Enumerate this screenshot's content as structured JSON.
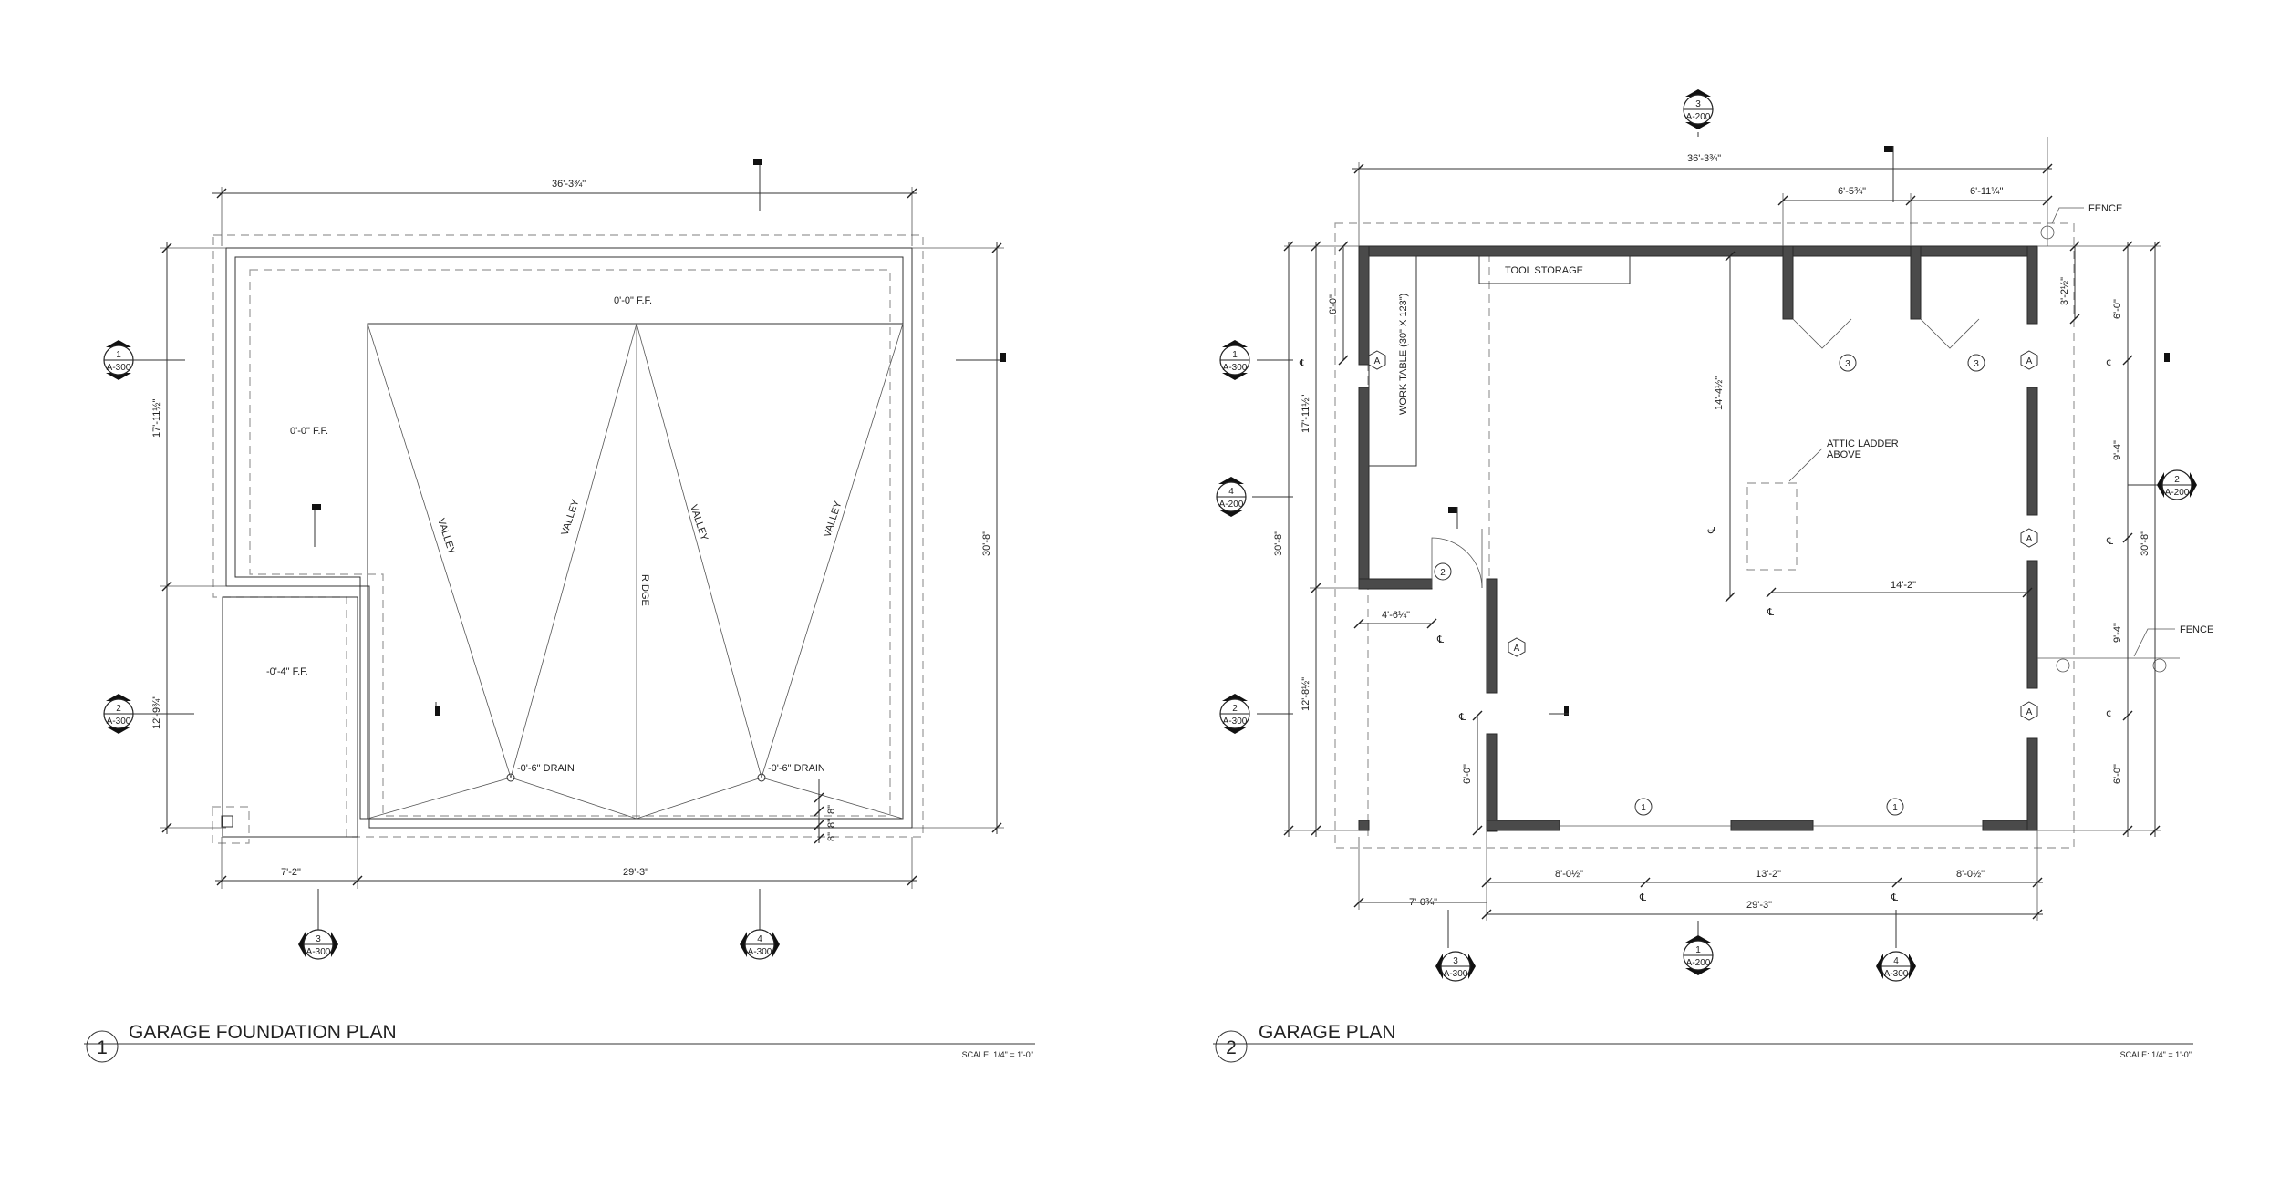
{
  "sheet": {
    "foundation": {
      "title_number": "1",
      "title": "GARAGE FOUNDATION PLAN",
      "scale": "SCALE: 1/4\" = 1'-0\"",
      "dims": {
        "overall_width": "36'-3¾\"",
        "left_top": "17'-11½\"",
        "left_bottom": "12'-9¾\"",
        "right_height": "30'-8\"",
        "bottom_left": "7'-2\"",
        "bottom_right": "29'-3\"",
        "small_1": "8\"",
        "small_2": "8\"",
        "small_3": "8\""
      },
      "notes": {
        "ff_top": "0'-0\" F.F.",
        "ff_left": "0'-0\" F.F.",
        "ff_low": "-0'-4\" F.F.",
        "valley": "VALLEY",
        "ridge": "RIDGE",
        "drain": "-0'-6\" DRAIN"
      },
      "section_tags": [
        {
          "num": "1",
          "ref": "A-300"
        },
        {
          "num": "2",
          "ref": "A-300"
        },
        {
          "num": "3",
          "ref": "A-300"
        },
        {
          "num": "4",
          "ref": "A-300"
        }
      ]
    },
    "plan": {
      "title_number": "2",
      "title": "GARAGE PLAN",
      "scale": "SCALE: 1/4\" = 1'-0\"",
      "dims": {
        "overall_width": "36'-3¾\"",
        "top_mid": "6'-5¾\"",
        "top_right": "6'-11¼\"",
        "left_a": "6'-0\"",
        "left_b": "17'-11½\"",
        "left_c": "30'-8\"",
        "left_d": "12'-8½\"",
        "left_e": "6'-0\"",
        "interior_v": "14'-4½\"",
        "interior_h": "14'-2\"",
        "wall_short": "4'-6¼\"",
        "right_a": "3'-2½\"",
        "right_b": "6'-0\"",
        "right_c": "9'-4\"",
        "right_d": "30'-8\"",
        "right_e": "9'-4\"",
        "right_f": "6'-0\"",
        "bottom_a": "8'-0½\"",
        "bottom_b": "13'-2\"",
        "bottom_c": "8'-0½\"",
        "bottom_d": "7'-0¾\"",
        "bottom_e": "29'-3\""
      },
      "notes": {
        "fence_1": "FENCE",
        "fence_2": "FENCE",
        "tool_storage": "TOOL STORAGE",
        "work_table": "WORK TABLE (30\" X 123\")",
        "attic_1": "ATTIC LADDER",
        "attic_2": "ABOVE",
        "cl": "℄"
      },
      "marks": {
        "window_a": "A",
        "door_1": "1",
        "door_2": "2",
        "door_3": "3"
      },
      "section_tags": [
        {
          "num": "1",
          "ref": "A-300"
        },
        {
          "num": "2",
          "ref": "A-300"
        },
        {
          "num": "3",
          "ref": "A-300"
        },
        {
          "num": "4",
          "ref": "A-300"
        },
        {
          "num": "1",
          "ref": "A-200"
        },
        {
          "num": "2",
          "ref": "A-200"
        },
        {
          "num": "3",
          "ref": "A-200"
        },
        {
          "num": "4",
          "ref": "A-200"
        }
      ]
    }
  }
}
